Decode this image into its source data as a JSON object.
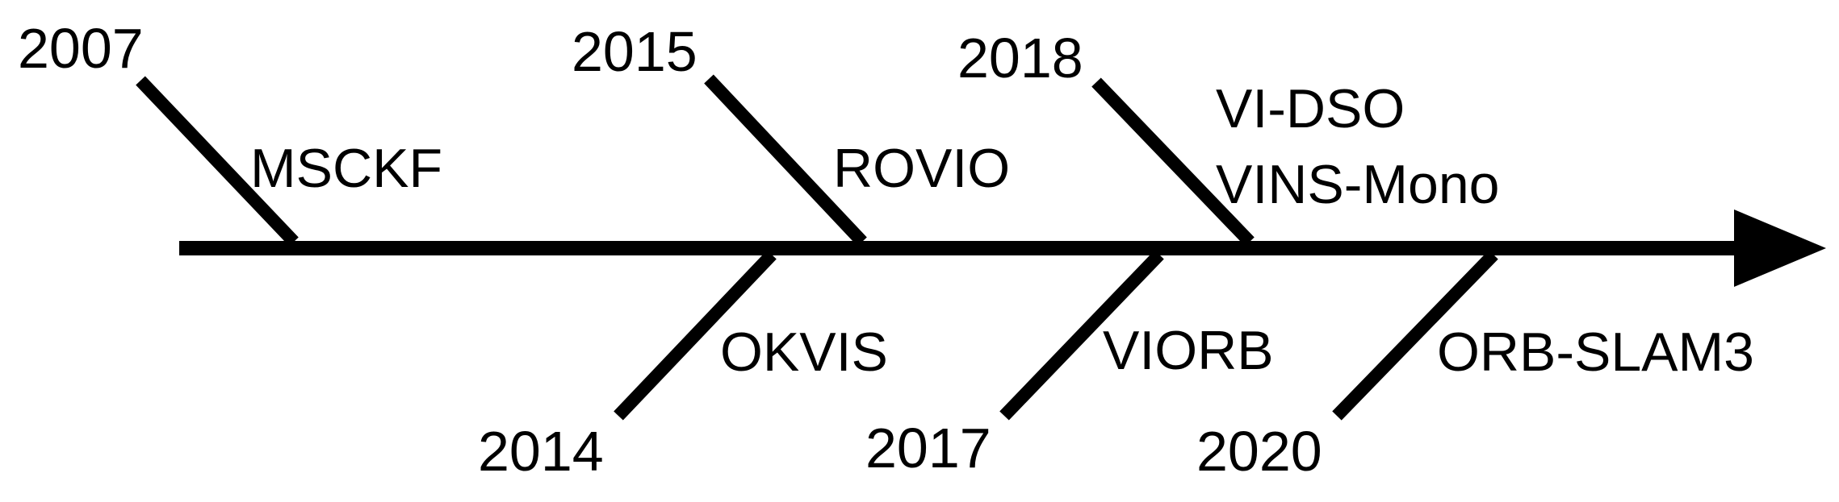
{
  "timeline": {
    "color": "#000000",
    "events": [
      {
        "year": "2007",
        "methods": [
          "MSCKF"
        ],
        "side": "above"
      },
      {
        "year": "2014",
        "methods": [
          "OKVIS"
        ],
        "side": "below"
      },
      {
        "year": "2015",
        "methods": [
          "ROVIO"
        ],
        "side": "above"
      },
      {
        "year": "2017",
        "methods": [
          "VIORB"
        ],
        "side": "below"
      },
      {
        "year": "2018",
        "methods": [
          "VI-DSO",
          "VINS-Mono"
        ],
        "side": "above"
      },
      {
        "year": "2020",
        "methods": [
          "ORB-SLAM3"
        ],
        "side": "below"
      }
    ]
  }
}
